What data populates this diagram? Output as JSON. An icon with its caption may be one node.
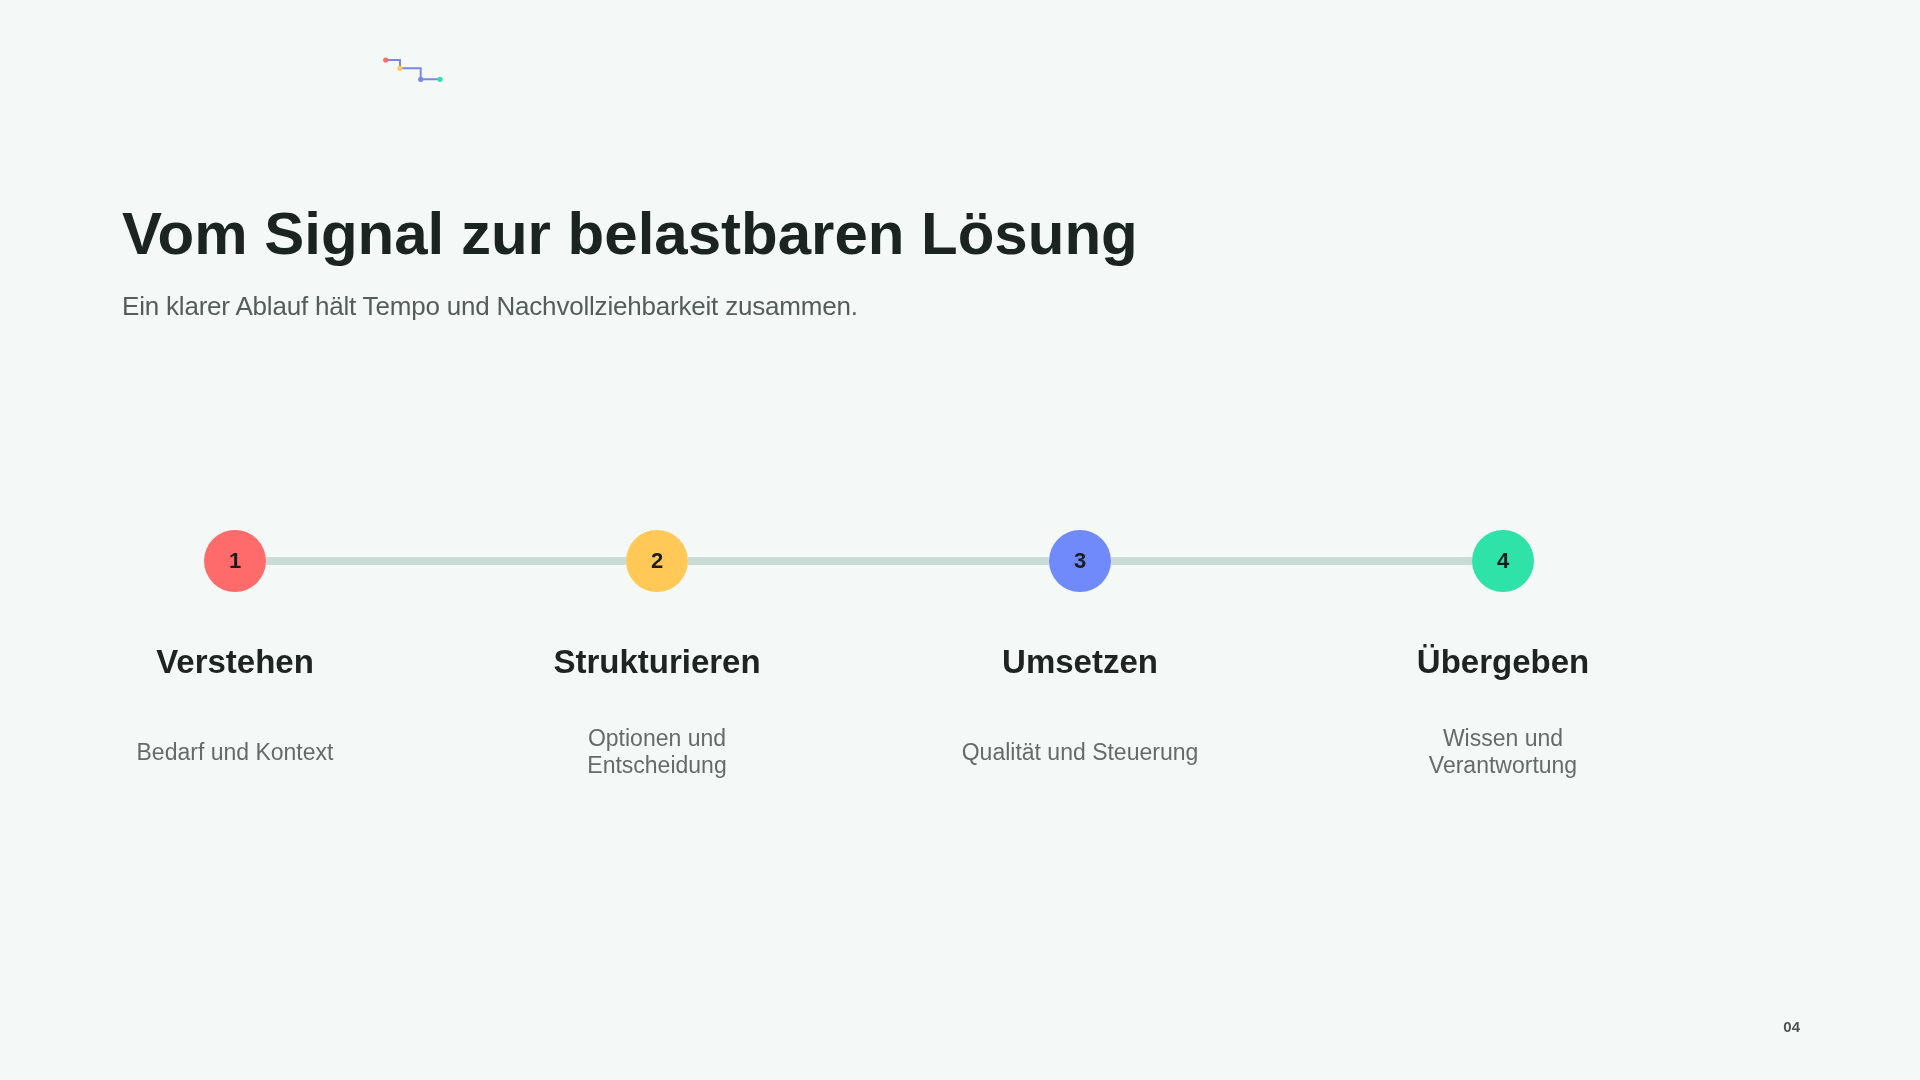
{
  "diagram": {
    "title": "Vom Signal zur belastbaren Lösung",
    "nodes": [
      {
        "text": [
          "1"
        ],
        "beside": [
          "Verstehen",
          "Bedarf und Kontext"
        ]
      },
      {
        "text": [
          "2"
        ],
        "beside": [
          "Strukturieren",
          "Optionen und Entscheidung"
        ]
      },
      {
        "text": [
          "3"
        ],
        "beside": [
          "Umsetzen",
          "Qualität und Steuerung"
        ]
      },
      {
        "text": [
          "4"
        ],
        "beside": [
          "Übergeben",
          "Wissen und Verantwortung"
        ]
      }
    ],
    "edges": [
      {
        "from": 0,
        "to": 1,
        "arrow": "none"
      },
      {
        "from": 1,
        "to": 2,
        "arrow": "none"
      },
      {
        "from": 2,
        "to": 3,
        "arrow": "none"
      }
    ],
    "labels": [
      "Ein klarer Ablauf hält Tempo und Nachvollziehbarkeit zusammen.",
      "04"
    ]
  }
}
